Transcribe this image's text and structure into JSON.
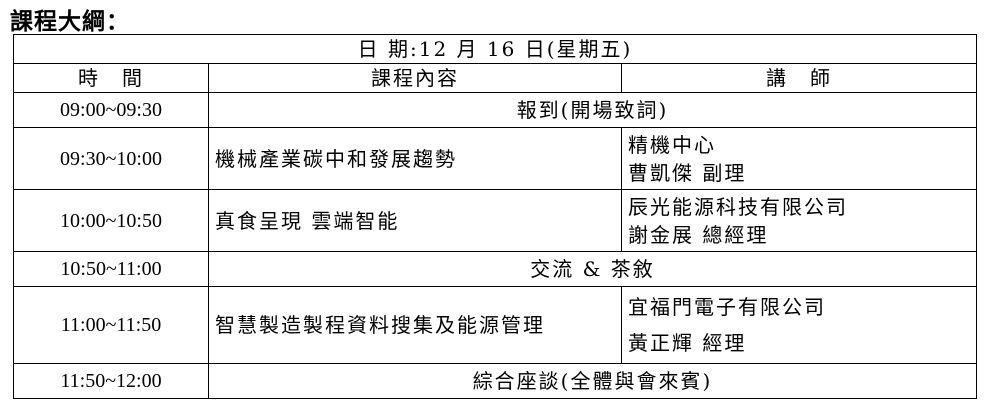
{
  "title": "課程大綱：",
  "date": "日 期:12 月 16 日(星期五)",
  "headers": {
    "time": "時　間",
    "content": "課程內容",
    "speaker": "講　師"
  },
  "rows": [
    {
      "time": "09:00~09:30",
      "content": "報到(開場致詞)"
    },
    {
      "time": "09:30~10:00",
      "content": "機械產業碳中和發展趨勢",
      "org": "精機中心",
      "person": "曹凱傑 副理"
    },
    {
      "time": "10:00~10:50",
      "content": "真食呈現 雲端智能",
      "org": "辰光能源科技有限公司",
      "person": "謝金展 總經理"
    },
    {
      "time": "10:50~11:00",
      "content": "交流 & 茶敘"
    },
    {
      "time": "11:00~11:50",
      "content": "智慧製造製程資料搜集及能源管理",
      "org": "宜福門電子有限公司",
      "person": "黃正輝 經理"
    },
    {
      "time": "11:50~12:00",
      "content": "綜合座談(全體與會來賓)"
    }
  ]
}
